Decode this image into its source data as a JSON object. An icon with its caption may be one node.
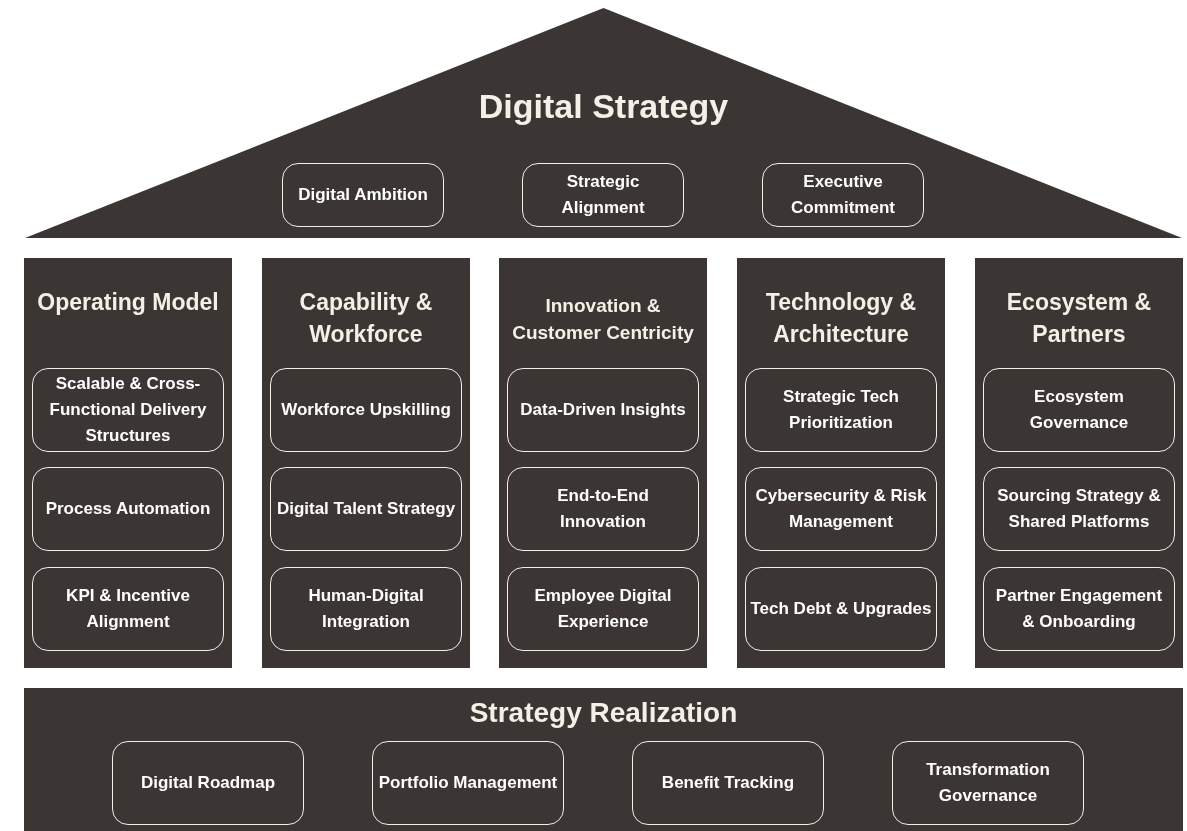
{
  "diagram": {
    "nodes": [
      {
        "text": [
          "Digital Strategy"
        ]
      },
      {
        "text": [
          "Digital Ambition"
        ],
        "in": 0
      },
      {
        "text": [
          "Strategic Alignment"
        ],
        "in": 0
      },
      {
        "text": [
          "Executive Commitment"
        ],
        "in": 0
      },
      {
        "text": [
          "Operating Model"
        ]
      },
      {
        "text": [
          "Scalable & Cross-Functional Delivery Structures"
        ],
        "in": 4
      },
      {
        "text": [
          "Process Automation"
        ],
        "in": 4
      },
      {
        "text": [
          "KPI & Incentive Alignment"
        ],
        "in": 4
      },
      {
        "text": [
          "Capability & Workforce"
        ]
      },
      {
        "text": [
          "Workforce Upskilling"
        ],
        "in": 8
      },
      {
        "text": [
          "Digital Talent Strategy"
        ],
        "in": 8
      },
      {
        "text": [
          "Human-Digital Integration"
        ],
        "in": 8
      },
      {
        "text": [
          "Innovation & Customer Centricity"
        ]
      },
      {
        "text": [
          "Data-Driven Insights"
        ],
        "in": 12
      },
      {
        "text": [
          "End-to-End Innovation"
        ],
        "in": 12
      },
      {
        "text": [
          "Employee Digital Experience"
        ],
        "in": 12
      },
      {
        "text": [
          "Technology & Architecture"
        ]
      },
      {
        "text": [
          "Strategic Tech Prioritization"
        ],
        "in": 16
      },
      {
        "text": [
          "Cybersecurity & Risk Management"
        ],
        "in": 16
      },
      {
        "text": [
          "Tech Debt & Upgrades"
        ],
        "in": 16
      },
      {
        "text": [
          "Ecosystem & Partners"
        ]
      },
      {
        "text": [
          "Ecosystem Governance"
        ],
        "in": 20
      },
      {
        "text": [
          "Sourcing Strategy & Shared Platforms"
        ],
        "in": 20
      },
      {
        "text": [
          "Partner Engagement & Onboarding"
        ],
        "in": 20
      },
      {
        "text": [
          "Strategy Realization"
        ]
      },
      {
        "text": [
          "Digital Roadmap"
        ],
        "in": 24
      },
      {
        "text": [
          "Portfolio Management"
        ],
        "in": 24
      },
      {
        "text": [
          "Benefit Tracking"
        ],
        "in": 24
      },
      {
        "text": [
          "Transformation Governance"
        ],
        "in": 24
      }
    ]
  }
}
